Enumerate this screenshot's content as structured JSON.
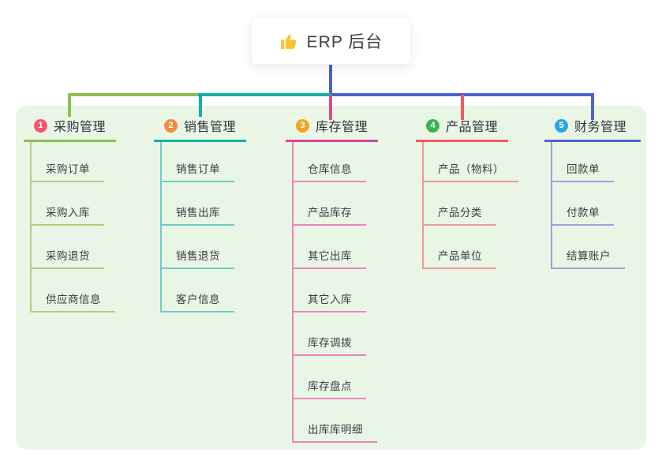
{
  "root_node": {
    "label": "ERP 后台",
    "icon": "thumbs-up",
    "icon_color": "#f7c531"
  },
  "canvas": {
    "page_bg": "#ffffff",
    "panel_bg": "#e9f6e6"
  },
  "connector": {
    "trunk_color": "#4c63c8",
    "segment_colors": [
      "#8cc152",
      "#12b2a4",
      "#4a66cb"
    ],
    "drop_colors": [
      "#8cc152",
      "#12b2a4",
      "#e2488f",
      "#f25764",
      "#4a66cb"
    ]
  },
  "branches": [
    {
      "num": "1",
      "label": "采购管理",
      "colors": {
        "badge": "#f1566e",
        "line": "#8cc152",
        "child_line": "#aad37f"
      },
      "children": [
        {
          "label": "采购订单"
        },
        {
          "label": "采购入库"
        },
        {
          "label": "采购退货"
        },
        {
          "label": "供应商信息"
        }
      ]
    },
    {
      "num": "2",
      "label": "销售管理",
      "colors": {
        "badge": "#f28b3e",
        "line": "#12b2a4",
        "child_line": "#72ccc4"
      },
      "children": [
        {
          "label": "销售订单"
        },
        {
          "label": "销售出库"
        },
        {
          "label": "销售退货"
        },
        {
          "label": "客户信息"
        }
      ]
    },
    {
      "num": "3",
      "label": "库存管理",
      "colors": {
        "badge": "#f0a51f",
        "line": "#d4499c",
        "child_line": "#ef82bd"
      },
      "children": [
        {
          "label": "仓库信息"
        },
        {
          "label": "产品库存"
        },
        {
          "label": "其它出库"
        },
        {
          "label": "其它入库"
        },
        {
          "label": "库存调拨"
        },
        {
          "label": "库存盘点"
        },
        {
          "label": "出库库明细"
        }
      ]
    },
    {
      "num": "4",
      "label": "产品管理",
      "colors": {
        "badge": "#3db356",
        "line": "#f25764",
        "child_line": "#f5959c"
      },
      "children": [
        {
          "label": "产品（物料）"
        },
        {
          "label": "产品分类"
        },
        {
          "label": "产品单位"
        }
      ]
    },
    {
      "num": "5",
      "label": "财务管理",
      "colors": {
        "badge": "#2aa7e0",
        "line": "#4a66cb",
        "child_line": "#93a6de"
      },
      "children": [
        {
          "label": "回款单"
        },
        {
          "label": "付款单"
        },
        {
          "label": "结算账户"
        }
      ]
    }
  ]
}
